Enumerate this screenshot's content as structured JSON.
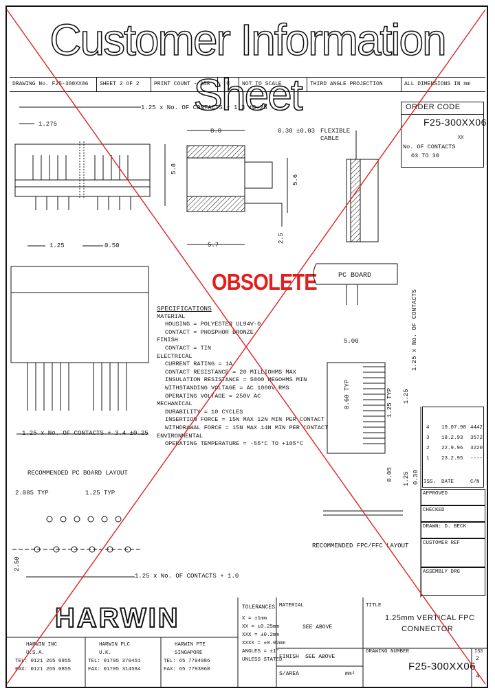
{
  "sheet": {
    "title": "Customer Information Sheet",
    "watermark": "OBSOLETE",
    "colors": {
      "watermark": "#e0201e",
      "cross": "#e0201e",
      "ink": "#111111"
    }
  },
  "info_bar": {
    "drawing_no": "DRAWING No. F25-300XX06",
    "sheet": "SHEET 2 OF 2",
    "print_count": "PRINT COUNT - A5R",
    "copyright": "©",
    "scale": "NOT TO SCALE",
    "projection": "THIRD ANGLE PROJECTION",
    "units": "ALL DIMENSIONS IN mm"
  },
  "order_code": {
    "label": "ORDER CODE",
    "code": "F25-300XX06",
    "contacts_label": "No. OF CONTACTS",
    "range": "03 TO 30",
    "xx_mark": "XX"
  },
  "dims": {
    "top_overall": "1.25 x No. OF CONTACTS + 1.3 ±0.25",
    "pitch_start": "1.275",
    "height": "5.8",
    "pitch": "1.25",
    "pin": "0.50",
    "side_width": "8.0",
    "side_thk": "0.30 ±0.03",
    "side_base": "5.7",
    "side_mid": "2.5",
    "side_h": "5.6",
    "flex_cable": "FLEXIBLE CABLE",
    "bottom_overall": "1.25 x No. OF CONTACTS + 3.4 ±0.25",
    "vert_contacts": "1.25 x No. OF CONTACTS",
    "pc_board": "PC BOARD",
    "fpc_width": "5.00",
    "fpc_0_60": "0.60 TYP",
    "fpc_1_25": "1.25",
    "fpc_1_25_typ": "1.25 TYP",
    "fpc_0_05": "0.05",
    "fpc_0_30": "0.30",
    "fpc_1_25b": "1.25",
    "fpc_layout": "RECOMMENDED FPC/FFC LAYOUT"
  },
  "pcb_layout": {
    "title": "RECOMMENDED PC BOARD LAYOUT",
    "hole": "2.085 TYP",
    "pitch": "1.25 TYP",
    "offset": "2.50",
    "overall": "1.25 x No. OF CONTACTS + 1.0"
  },
  "specifications": {
    "heading": "SPECIFICATIONS",
    "lines": [
      {
        "text": "MATERIAL",
        "indent": 0
      },
      {
        "text": "HOUSING = POLYESTER UL94V-0",
        "indent": 1
      },
      {
        "text": "CONTACT = PHOSPHOR BRONZE",
        "indent": 1
      },
      {
        "text": "FINISH",
        "indent": 0
      },
      {
        "text": "CONTACT = TIN",
        "indent": 1
      },
      {
        "text": "ELECTRICAL",
        "indent": 0
      },
      {
        "text": "CURRENT RATING = 1A",
        "indent": 1
      },
      {
        "text": "CONTACT RESISTANCE = 20 MILLIOHMS MAX",
        "indent": 1
      },
      {
        "text": "INSULATION RESISTANCE = 5000 MEGOHMS MIN",
        "indent": 1
      },
      {
        "text": "WITHSTANDING VOLTAGE = AC 1000V RMS",
        "indent": 1
      },
      {
        "text": "OPERATING VOLTAGE = 250V AC",
        "indent": 1
      },
      {
        "text": "MECHANICAL",
        "indent": 0
      },
      {
        "text": "DURABILITY = 10 CYCLES",
        "indent": 1
      },
      {
        "text": "INSERTION FORCE = 15N MAX 12N MIN PER CONTACT",
        "indent": 1
      },
      {
        "text": "WITHDRAWAL FORCE = 15N MAX 14N MIN PER CONTACT",
        "indent": 1
      },
      {
        "text": "ENVIRONMENTAL",
        "indent": 0
      },
      {
        "text": "OPERATING TEMPERATURE = -55°C TO +105°C",
        "indent": 1
      }
    ]
  },
  "revisions": {
    "headers": [
      "ISS.",
      "DATE",
      "C/N"
    ],
    "rows": [
      [
        "4",
        "19.07.98",
        "4442"
      ],
      [
        "3",
        "18.2.93",
        "3572"
      ],
      [
        "2",
        "22.9.96",
        "3220"
      ],
      [
        "1",
        "23.2.95",
        "----"
      ]
    ]
  },
  "approvals": [
    "APPROVED",
    "CHECKED",
    "DRAWN: D. BECK",
    "CUSTOMER REF",
    "ASSEMBLY DRG"
  ],
  "title_block": {
    "logo": "HARWIN",
    "offices": [
      {
        "name": "HARWIN INC",
        "place": "U.S.A.",
        "tel": "TEL: 0121 265 0855",
        "fax": "FAX: 0121 265 0855"
      },
      {
        "name": "HARWIN PLC",
        "place": "U.K.",
        "tel": "TEL: 01705 370451",
        "fax": "FAX: 01705 314584"
      },
      {
        "name": "HARWIN PTE",
        "place": "SINGAPORE",
        "tel": "TEL: 65 7794986",
        "fax": "FAX: 65 7793868"
      }
    ],
    "tolerances": {
      "heading": "TOLERANCES",
      "lines": [
        "X = ±1mm",
        "XX = ±0.25mm",
        "XXX = ±0.2mm",
        "XXXX = ±0.02mm",
        "ANGLES = ±1°",
        "UNLESS STATED"
      ]
    },
    "material_label": "MATERIAL",
    "material_value": "SEE ABOVE",
    "finish_label": "FINISH",
    "finish_value": "SEE ABOVE",
    "sarea_label": "S/AREA",
    "sarea_unit": "mm²",
    "title_label": "TITLE",
    "title_line1": "1.25mm VERTICAL FPC",
    "title_line2": "CONNECTOR",
    "drawing_number_label": "DRAWING NUMBER",
    "drawing_number": "F25-300XX06",
    "iss_label": "ISS",
    "iss": "2",
    "iss_value": "4"
  }
}
